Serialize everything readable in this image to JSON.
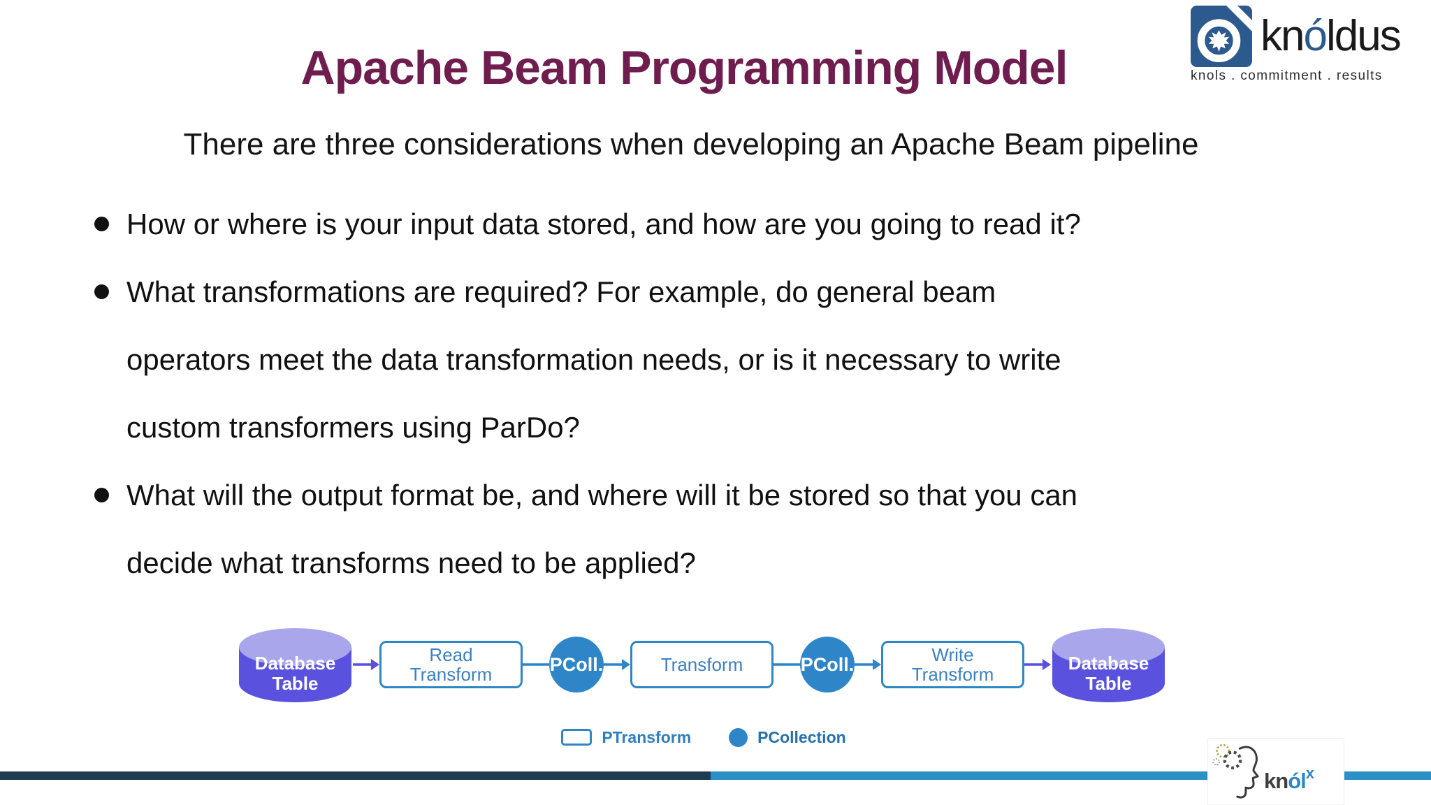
{
  "slide": {
    "title": "Apache Beam Programming Model",
    "subtitle": "There are three considerations when developing an Apache Beam pipeline",
    "bullets": [
      "How or where is your input data stored, and how are you going to read it?",
      "What transformations are required? For example, do general beam\noperators meet the data transformation needs, or is it necessary to write\ncustom transformers using ParDo?",
      "What will the output format be, and where will it be stored so that you can\ndecide what transforms need to be applied?"
    ]
  },
  "header_logo": {
    "name_prefix": "kn",
    "name_accent": "ó",
    "name_suffix": "ldus",
    "tagline": "knols . commitment . results",
    "icon": "maple-leaf-ring-icon"
  },
  "diagram": {
    "source_label": "Database\nTable",
    "read_transform_label": "Read\nTransform",
    "pcoll1_label": "PColl.",
    "transform_label": "Transform",
    "pcoll2_label": "PColl.",
    "write_transform_label": "Write\nTransform",
    "sink_label": "Database\nTable"
  },
  "legend": {
    "ptransform": "PTransform",
    "pcollection": "PCollection"
  },
  "footer_logo": {
    "prefix": "kn",
    "accent": "ól",
    "sup": "x",
    "icon": "head-gears-icon"
  },
  "colors": {
    "title": "#6f1d4e",
    "body_text": "#111111",
    "diagram_blue": "#2e86c8",
    "diagram_purple": "#5b50dd",
    "cylinder_body": "#5a52de",
    "cylinder_top": "#a9a6ec",
    "legend_ptransform_text": "#2e7fc0",
    "legend_pcollection_text": "#2470ae",
    "footer_bar_dark": "#1d3c4f",
    "footer_bar_light": "#2b90c5",
    "logo_blue": "#2d5a8e"
  }
}
